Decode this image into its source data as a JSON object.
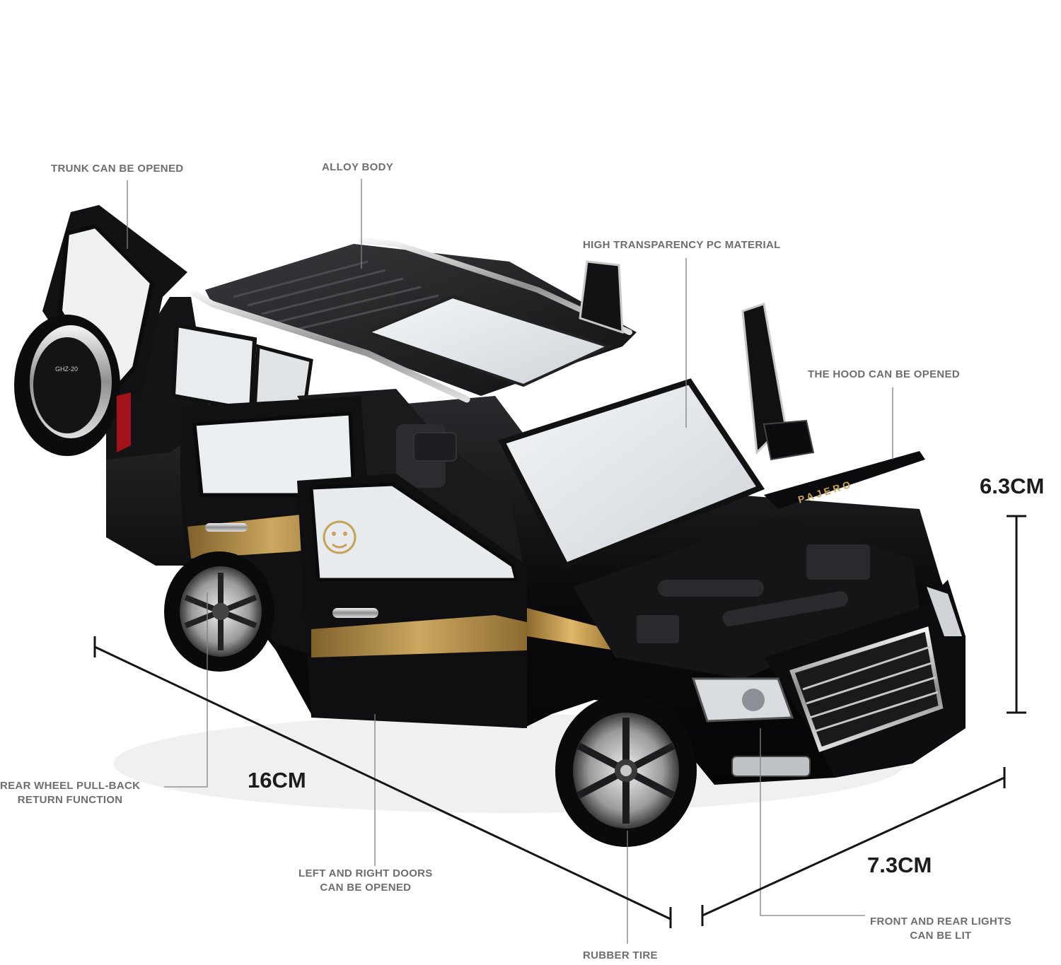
{
  "callouts": {
    "trunk": "TRUNK CAN BE OPENED",
    "alloy_body": "ALLOY BODY",
    "pc_material": "HIGH TRANSPARENCY PC MATERIAL",
    "hood": "THE HOOD CAN BE OPENED",
    "pullback_line1": "REAR WHEEL PULL-BACK",
    "pullback_line2": "RETURN FUNCTION",
    "doors_line1": "LEFT AND RIGHT DOORS",
    "doors_line2": "CAN BE OPENED",
    "rubber_tire": "RUBBER TIRE",
    "lights_line1": "FRONT AND REAR LIGHTS",
    "lights_line2": "CAN BE LIT"
  },
  "dimensions": {
    "length": "16CM",
    "width": "7.3CM",
    "height": "6.3CM"
  },
  "car": {
    "hood_lettering": "PAJERO",
    "spare_badge": "GHZ-20",
    "body_color": "#0d0d0f",
    "stripe_color": "#c9a25a",
    "chrome_color": "#c8c8c8",
    "glass_color": "#e6e9ec"
  }
}
